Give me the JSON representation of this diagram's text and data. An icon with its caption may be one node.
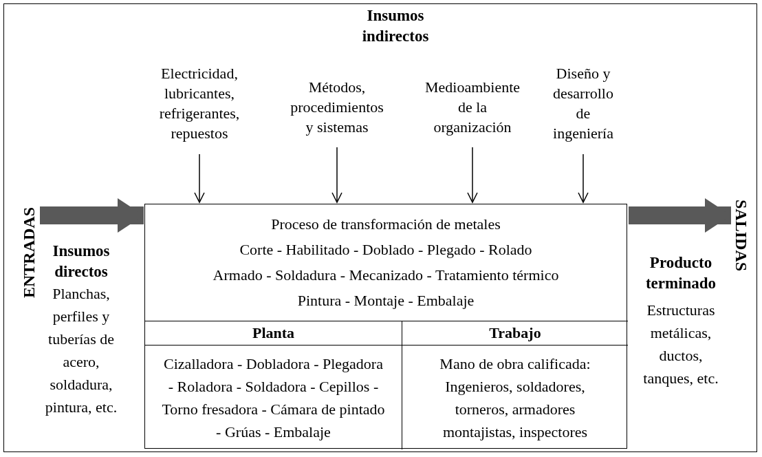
{
  "diagram": {
    "nodes": [
      {
        "text": [
          "Electricidad, lubricantes, refrigerantes, repuestos"
        ]
      },
      {
        "text": [
          "Métodos, procedimientos y sistemas"
        ]
      },
      {
        "text": [
          "Medioambiente de la organización"
        ]
      },
      {
        "text": [
          "Diseño y desarrollo de ingeniería"
        ]
      },
      {
        "text": [
          "Proceso de transformación de metales",
          "Corte - Habilitado - Doblado - Plegado - Rolado",
          "Armado - Soldadura - Mecanizado - Tratamiento térmico",
          "Pintura - Montaje - Embalaje"
        ]
      },
      {
        "text": [
          "Planta",
          "Cizalladora - Dobladora - Plegadora - Roladora - Soldadora - Cepillos - Torno fresadora - Cámara de pintado - Grúas - Embalaje"
        ],
        "in": 4
      },
      {
        "text": [
          "Trabajo",
          "Mano de obra calificada: Ingenieros, soldadores, torneros, armadores montajistas, inspectores"
        ],
        "in": 4
      },
      {
        "text": [
          "ENTRADAS"
        ]
      },
      {
        "text": [
          "SALIDAS"
        ]
      }
    ],
    "edges": [
      {
        "from": 0,
        "to": 4,
        "arrow": "to"
      },
      {
        "from": 1,
        "to": 4,
        "arrow": "to"
      },
      {
        "from": 2,
        "to": 4,
        "arrow": "to"
      },
      {
        "from": 3,
        "to": 4,
        "arrow": "to"
      },
      {
        "from": 7,
        "to": 4,
        "arrow": "to",
        "style": "thick",
        "color": "#595959"
      },
      {
        "from": 4,
        "to": 8,
        "arrow": "to",
        "style": "thick",
        "color": "#595959"
      }
    ],
    "labels": [
      "Insumos indirectos",
      "Insumos directos",
      "Planchas, perfiles y tuberías de acero, soldadura, pintura, etc.",
      "Producto terminado",
      "Estructuras metálicas, ductos, tanques, etc."
    ]
  }
}
